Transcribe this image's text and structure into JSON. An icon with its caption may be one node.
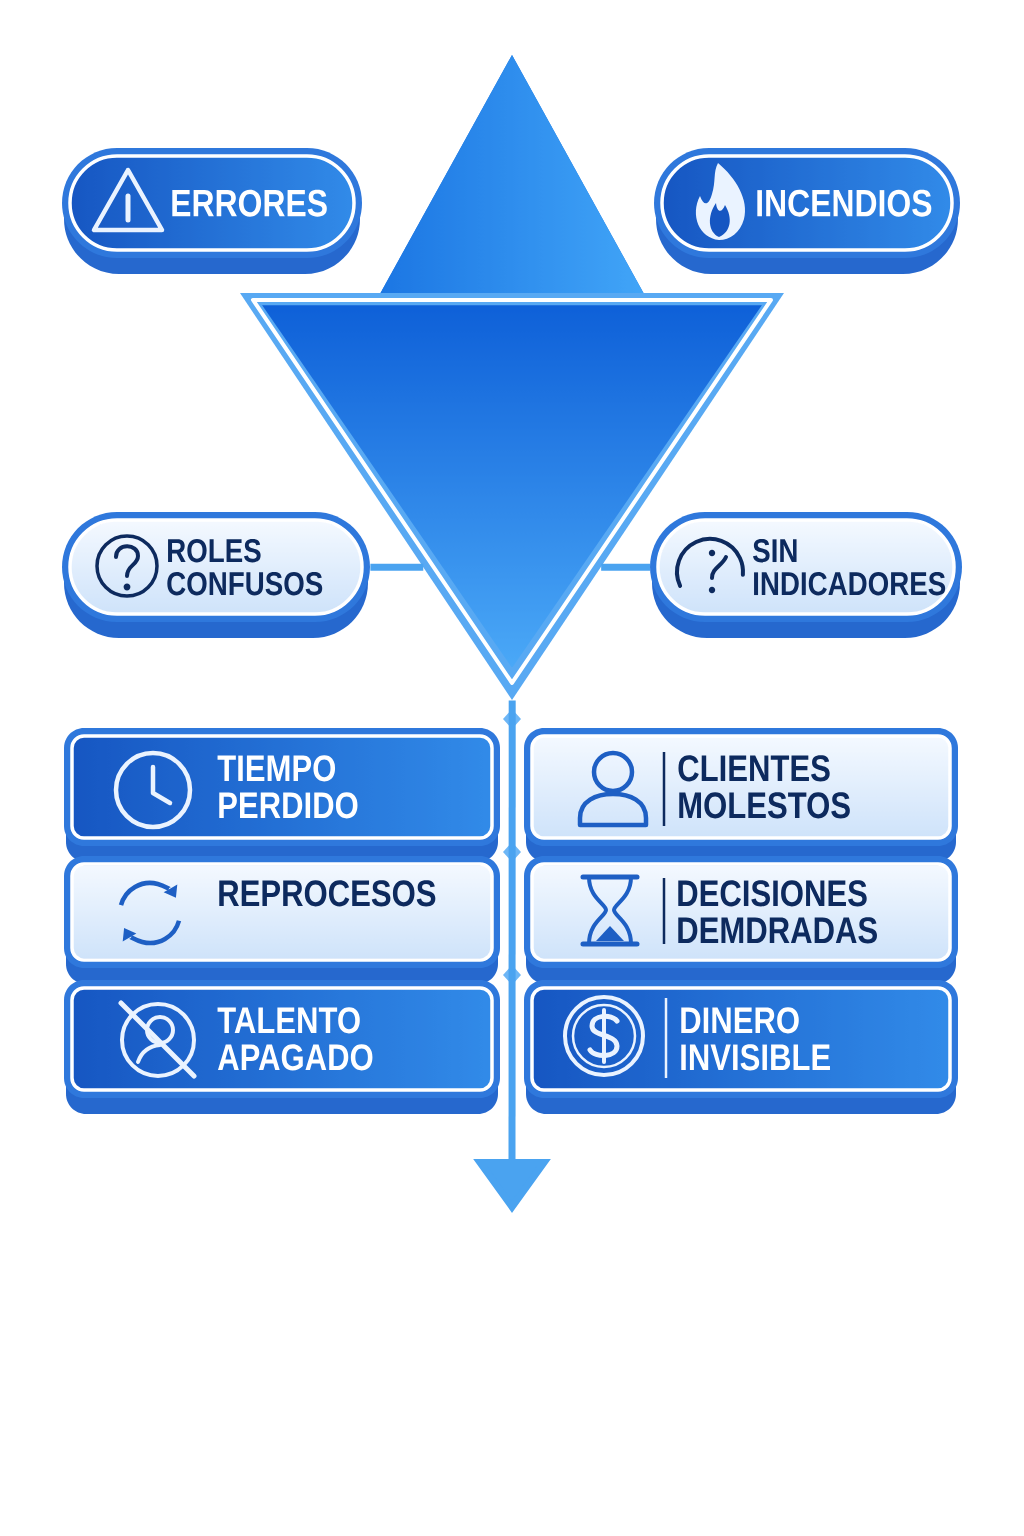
{
  "diagram": {
    "nodes": [
      {
        "text": [
          "ERRORES"
        ]
      },
      {
        "text": [
          "INCENDIOS"
        ]
      },
      {
        "text": [],
        "shape": "triangle"
      },
      {
        "text": [
          "ROLES CONFUSOS"
        ]
      },
      {
        "text": [
          "SIN INDICADORES"
        ]
      },
      {
        "text": [
          "TIEMPO PERDIDO"
        ]
      },
      {
        "text": [
          "CLIENTES MOLESTOS"
        ]
      },
      {
        "text": [
          "REPROCESOS"
        ]
      },
      {
        "text": [
          "DECISIONES DEMDRADAS"
        ]
      },
      {
        "text": [
          "TALENTO APAGADO"
        ]
      },
      {
        "text": [
          "DINERO INVISIBLE"
        ]
      }
    ],
    "edges": [
      {
        "from": 3,
        "to": 2,
        "arrow": "none"
      },
      {
        "from": 4,
        "to": 2,
        "arrow": "none"
      },
      {
        "from": 2,
        "to": null,
        "arrow": "to"
      }
    ]
  }
}
